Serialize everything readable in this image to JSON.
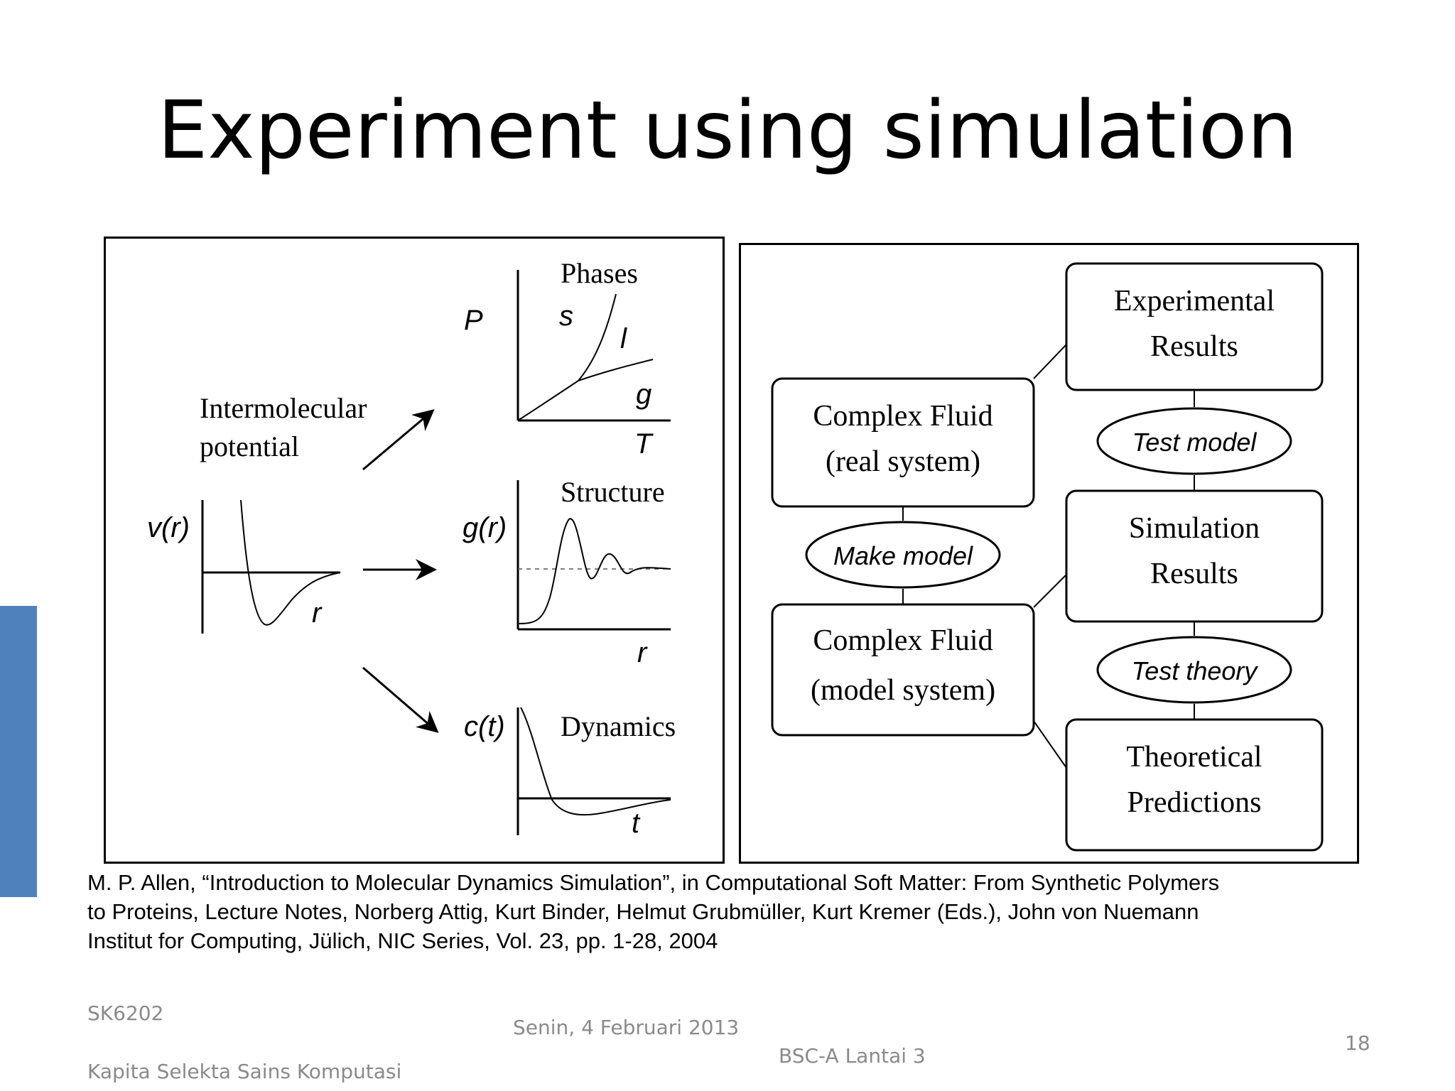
{
  "slide": {
    "title": "Experiment using simulation",
    "accent_color": "#4f81bd",
    "page_number": "18"
  },
  "left_figure": {
    "input_label_line1": "Intermolecular",
    "input_label_line2": "potential",
    "potential_axis_y": "v(r)",
    "potential_axis_x": "r",
    "phases": {
      "title": "Phases",
      "y_axis": "P",
      "x_axis": "T",
      "solid": "s",
      "liquid": "l",
      "gas": "g"
    },
    "structure": {
      "title": "Structure",
      "y_axis": "g(r)",
      "x_axis": "r"
    },
    "dynamics": {
      "title": "Dynamics",
      "y_axis": "c(t)",
      "x_axis": "t"
    }
  },
  "right_figure": {
    "boxes": {
      "experimental_line1": "Experimental",
      "experimental_line2": "Results",
      "real_line1": "Complex Fluid",
      "real_line2": "(real system)",
      "simulation_line1": "Simulation",
      "simulation_line2": "Results",
      "model_line1": "Complex Fluid",
      "model_line2": "(model system)",
      "theory_line1": "Theoretical",
      "theory_line2": "Predictions"
    },
    "ovals": {
      "test_model": "Test model",
      "make_model": "Make model",
      "test_theory": "Test theory"
    }
  },
  "citation": {
    "line1": "M. P. Allen, “Introduction to Molecular Dynamics Simulation”, in Computational Soft Matter: From Synthetic Polymers",
    "line2": "to Proteins, Lecture Notes, Norberg Attig, Kurt Binder, Helmut Grubmüller, Kurt Kremer (Eds.), John von Nuemann",
    "line3": "Institut for Computing, Jülich, NIC Series, Vol. 23, pp. 1-28, 2004"
  },
  "footer": {
    "course_code": "SK6202",
    "course_name": "Kapita Selekta Sains Komputasi",
    "date": "Senin, 4 Februari 2013",
    "location": "BSC-A Lantai 3"
  }
}
